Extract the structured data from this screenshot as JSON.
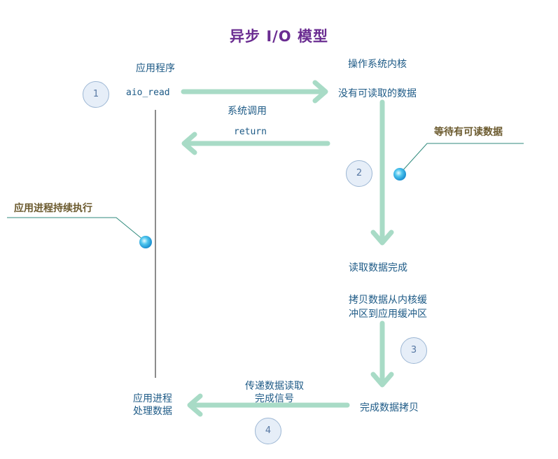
{
  "title": "异步 I/O 模型",
  "labels": {
    "app": "应用程序",
    "kernel": "操作系统内核",
    "aio_read": "aio_read",
    "no_data": "没有可读取的数据",
    "syscall": "系统调用",
    "return": "return",
    "read_done": "读取数据完成",
    "copy_line1": "拷贝数据从内核缓",
    "copy_line2": "冲区到应用缓冲区",
    "pass_line1": "传递数据读取",
    "pass_line2": "完成信号",
    "copy_done": "完成数据拷贝",
    "app_proc_line1": "应用进程",
    "app_proc_line2": "处理数据"
  },
  "callouts": {
    "waiting": "等待有可读数据",
    "continues": "应用进程持续执行"
  },
  "steps": [
    "1",
    "2",
    "3",
    "4"
  ],
  "colors": {
    "arrow": "#a8dbc6",
    "text": "#1d5a86",
    "title": "#6a2c91",
    "callout": "#6b5a2e",
    "leader": "#2f8a7c",
    "badge_fill": "#e6eef8",
    "badge_border": "#9db7d4"
  }
}
